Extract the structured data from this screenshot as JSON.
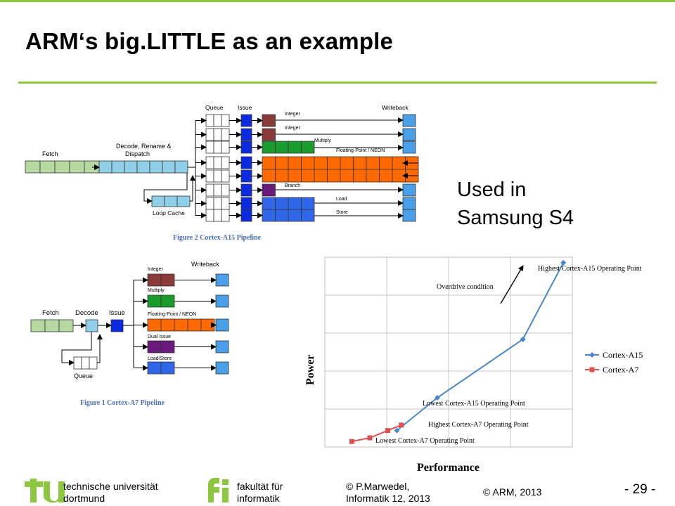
{
  "slide": {
    "title": "ARM‘s big.LITTLE as an example",
    "used_in_line1": "Used in",
    "used_in_line2": "Samsung S4"
  },
  "a15": {
    "caption": "Figure 2 Cortex-A15 Pipeline",
    "fetch": "Fetch",
    "decode_line1": "Decode, Rename &",
    "decode_line2": "Dispatch",
    "loop_cache": "Loop Cache",
    "queue": "Queue",
    "issue": "Issue",
    "writeback": "Writeback",
    "lanes": [
      "Integer",
      "Integer",
      "Multiply",
      "Floating-Point / NEON",
      "Branch",
      "Load",
      "Store"
    ]
  },
  "a7": {
    "caption": "Figure 1 Cortex-A7 Pipeline",
    "fetch": "Fetch",
    "decode": "Decode",
    "issue": "Issue",
    "queue": "Queue",
    "writeback": "Writeback",
    "lanes": [
      "Integer",
      "Multiply",
      "Floating-Point / NEON",
      "Dual Issue",
      "Load/Store"
    ]
  },
  "colors": {
    "green_accent": "#8dc63f",
    "integer": "#8b3a3a",
    "multiply": "#1a9b2e",
    "fp_neon": "#ff6a00",
    "branch": "#6a1a7a",
    "loadstore": "#2f67e8",
    "issue": "#0a2be0",
    "writeback": "#4aa0e8",
    "fetch": "#b5d9a0",
    "decode": "#8fd0e8",
    "a15_series": "#4a86c8",
    "a7_series": "#d9534f"
  },
  "chart_data": {
    "type": "line",
    "xlabel": "Performance",
    "ylabel": "Power",
    "grid": true,
    "legend_position": "right",
    "series": [
      {
        "name": "Cortex-A15",
        "color": "#4a86c8",
        "x": [
          1.6,
          2.5,
          4.4,
          5.3
        ],
        "y": [
          0.45,
          1.35,
          2.95,
          5.05
        ]
      },
      {
        "name": "Cortex-A7",
        "color": "#d9534f",
        "x": [
          0.6,
          1.0,
          1.4,
          1.7
        ],
        "y": [
          0.15,
          0.25,
          0.45,
          0.6
        ]
      }
    ],
    "annotations": [
      "Highest Cortex-A15 Operating Point",
      "Overdrive condition",
      "Lowest Cortex-A15 Operating Point",
      "Highest Cortex-A7 Operating Point",
      "Lowest Cortex-A7 Operating Point"
    ],
    "xlim": [
      0,
      5.5
    ],
    "ylim": [
      0,
      5.2
    ]
  },
  "footer": {
    "tu_line1": "technische universität",
    "tu_line2": "dortmund",
    "fi_line1": "fakultät für",
    "fi_line2": "informatik",
    "author_line1": "© P.Marwedel,",
    "author_line2": "Informatik 12,  2013",
    "copyright": "© ARM, 2013",
    "page": "-  29 -"
  }
}
